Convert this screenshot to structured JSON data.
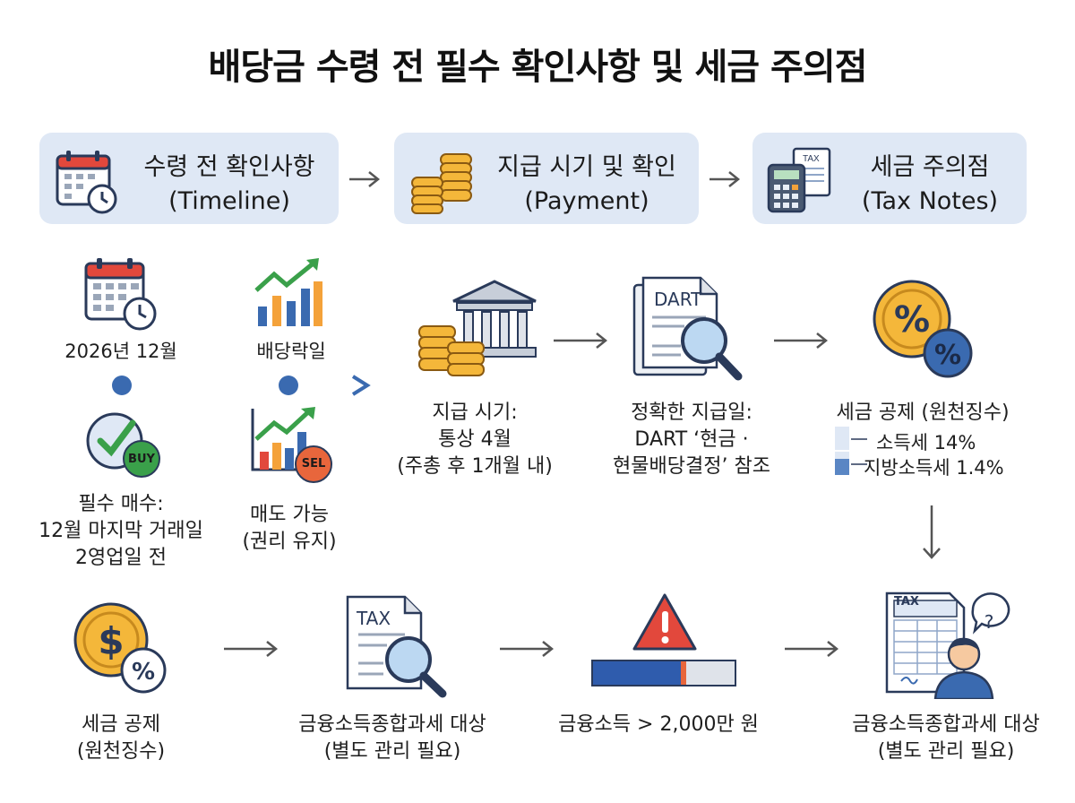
{
  "title": "배당금 수령 전 필수 확인사항 및 세금 주의점",
  "headers": [
    {
      "line1": "수령 전 확인사항",
      "line2": "(Timeline)"
    },
    {
      "line1": "지급 시기 및 확인",
      "line2": "(Payment)"
    },
    {
      "line1": "세금 주의점",
      "line2": "(Tax Notes)"
    }
  ],
  "timeline": {
    "date_label": "2026년 12월",
    "ex_date_label": "배당락일",
    "buy_badge": "BUY",
    "sell_badge": "SEL",
    "buy_caption": [
      "필수 매수:",
      "12월 마지막 거래일",
      "2영업일 전"
    ],
    "sell_caption": [
      "매도 가능",
      "(권리 유지)"
    ]
  },
  "payment": {
    "timing_caption": [
      "지급 시기:",
      "통상 4월",
      "(주총 후 1개월 내)"
    ],
    "dart_doc_label": "DART",
    "dart_caption": [
      "정확한 지급일:",
      "DART ‘현금 ·",
      "현물배당결정’ 참조"
    ]
  },
  "tax": {
    "withholding_title": "세금 공제 (원천징수)",
    "income_tax": "소득세 14%",
    "local_tax": "지방소득세 1.4%",
    "doc_label": "TAX"
  },
  "bottom": {
    "step1": [
      "세금 공제",
      "(원천징수)"
    ],
    "step2": [
      "금융소득종합과세 대상",
      "(별도 관리 필요)"
    ],
    "step3": "금융소득 > 2,000만 원",
    "step4": [
      "금융소득종합과세 대상",
      "(별도 관리 필요)"
    ],
    "doc_label": "TAX",
    "question_mark": "?"
  },
  "threshold_bar": {
    "filled_fraction": 0.62
  }
}
